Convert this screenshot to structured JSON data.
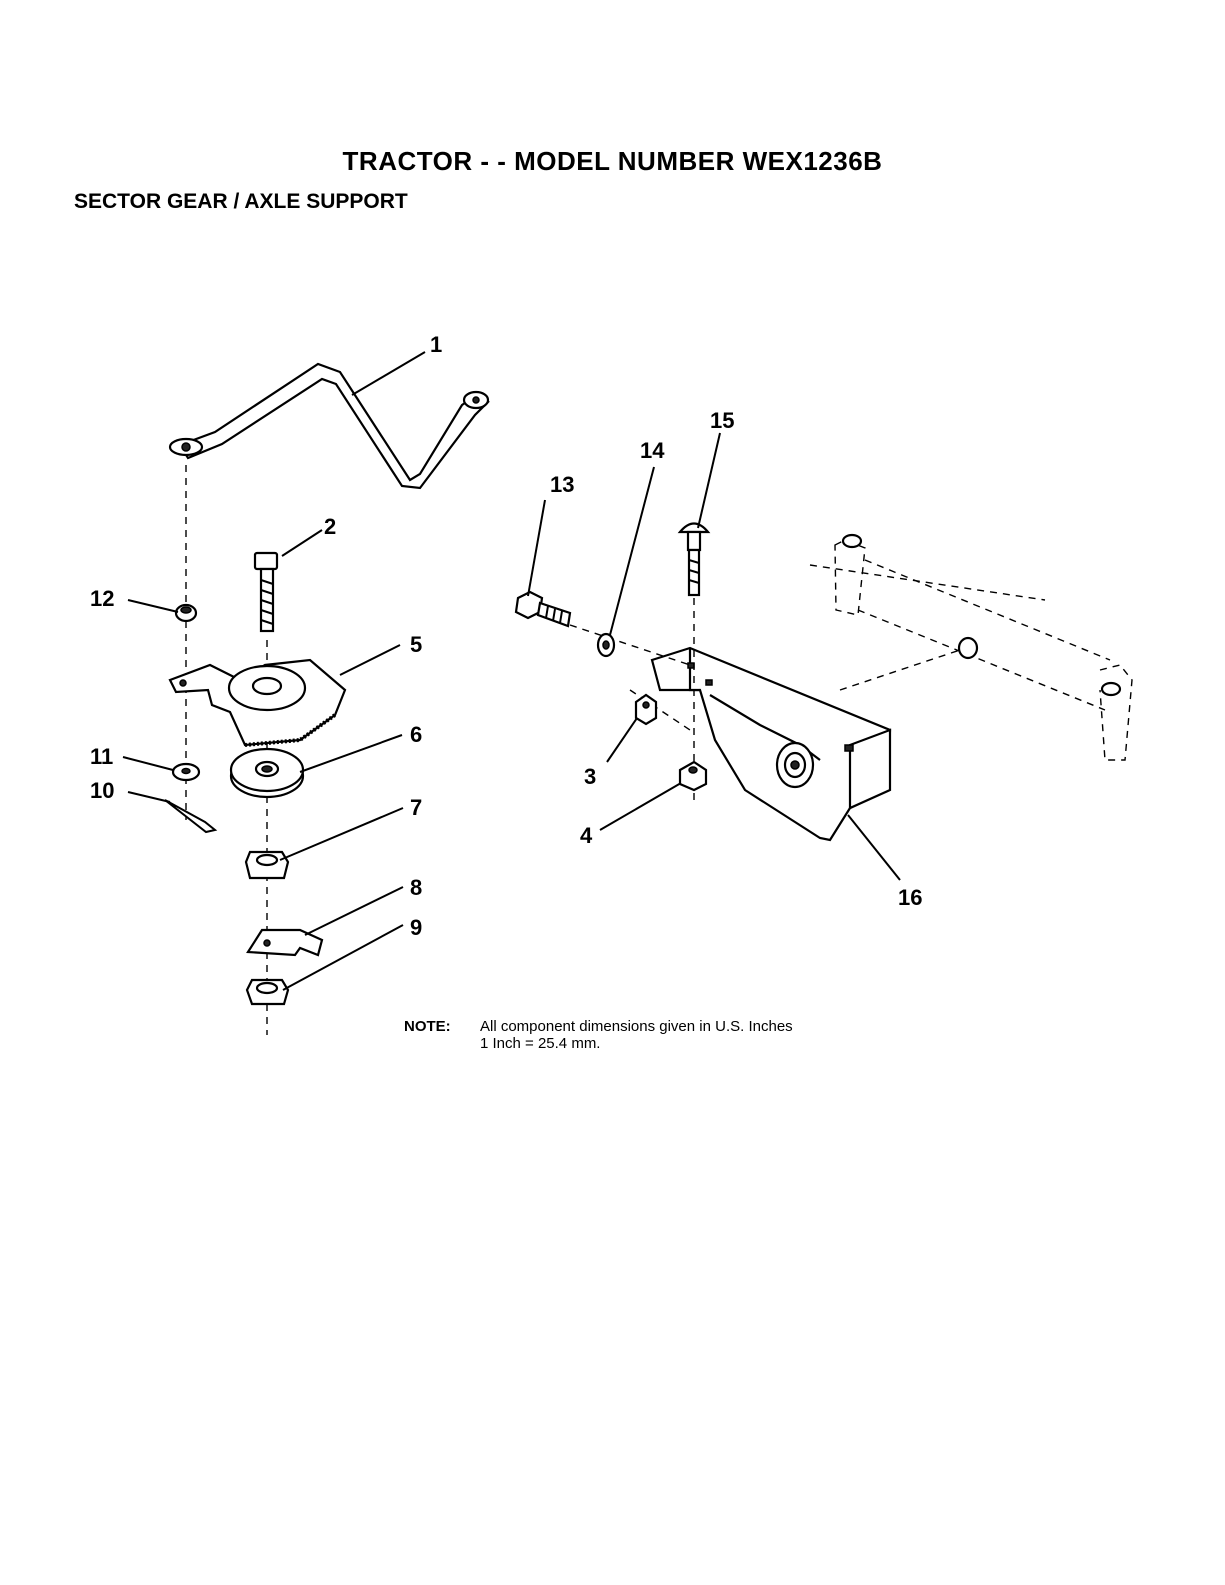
{
  "title": "TRACTOR - - MODEL NUMBER WEX1236B",
  "subtitle": "SECTOR GEAR / AXLE SUPPORT",
  "callouts": [
    "1",
    "2",
    "3",
    "4",
    "5",
    "6",
    "7",
    "8",
    "9",
    "10",
    "11",
    "12",
    "13",
    "14",
    "15",
    "16"
  ],
  "note": {
    "label": "NOTE:",
    "line1": "All component dimensions given in U.S. Inches",
    "line2": "1 Inch = 25.4 mm."
  }
}
